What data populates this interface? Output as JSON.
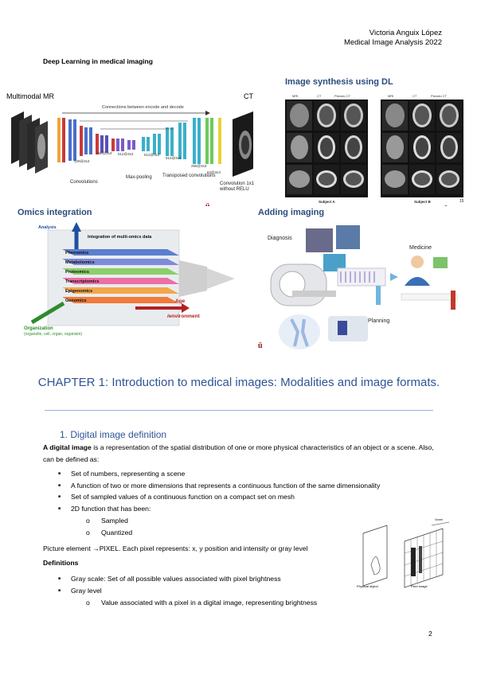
{
  "header": {
    "author": "Victoria Anguix López",
    "course": "Medical Image Analysis 2022"
  },
  "section_label": "Deep Learning in medical imaging",
  "panels": {
    "mr_ct": {
      "left_title": "Multimodal MR",
      "right_title": "CT",
      "connections": "Connections between encode and decode",
      "labels": [
        "128@3x3",
        "256@3x3",
        "512@3x3",
        "512@3x3",
        "512@3x3",
        "256@3x3",
        "64@3x3"
      ],
      "convolutions": "Convolutions",
      "maxpool": "Max-pooling",
      "transposed": "Transposed convolutions",
      "conv1x1": "Convolution 1x1",
      "without_relu": "without RELU"
    },
    "synthesis": {
      "title": "Image synthesis using DL",
      "col_labels": [
        "MRI",
        "CT",
        "Pseudo CT",
        "MRI",
        "CT",
        "Pseudo CT"
      ],
      "subject_a": "Subject A",
      "subject_b": "Subject B",
      "page_num": "15"
    },
    "omics": {
      "title": "Omics integration",
      "analysis": "Analysis",
      "integration": "Integration of multi-omics data",
      "layers": [
        "Phenomics",
        "Metabolomics",
        "Proteomics",
        "Transcriptomics",
        "Epigenomics",
        "Genomics"
      ],
      "age": "Age",
      "environment": "/environment",
      "organization": "Organization",
      "organization_sub": "(organelle, cell, organ, organism)"
    },
    "imaging": {
      "title": "Adding imaging",
      "diagnosis": "Diagnosis",
      "medicine": "Medicine",
      "planning": "Planning"
    }
  },
  "chapter": {
    "title": "CHAPTER 1:  Introduction to medical images: Modalities and image formats."
  },
  "section1": {
    "number": "1.",
    "title": "Digital image definition",
    "intro_bold": "A digital image",
    "intro_rest": " is a representation of the spatial distribution of one or more physical characteristics of an object or a scene. Also, can be defined as:",
    "bullets": [
      "Set of numbers, representing a scene",
      "A function of two or more dimensions that represents a continuous function of the same dimensionality",
      "Set of sampled values of a continuous function on a compact set on mesh",
      "2D function that has been:"
    ],
    "sub_bullets": [
      "Sampled",
      "Quantized"
    ],
    "pixel_line": "Picture element →PIXEL.  Each pixel represents: x, y position and intensity or gray level",
    "definitions_title": "Definitions",
    "def_bullets": [
      "Gray scale: Set of all possible values associated with pixel brightness",
      "Gray level"
    ],
    "def_sub": [
      "Value associated with a pixel in a digital image, representing brightness"
    ]
  },
  "figure_labels": {
    "object": "Physical object",
    "image": "Pixel image",
    "voxel": "Voxel"
  },
  "page_number": "2"
}
